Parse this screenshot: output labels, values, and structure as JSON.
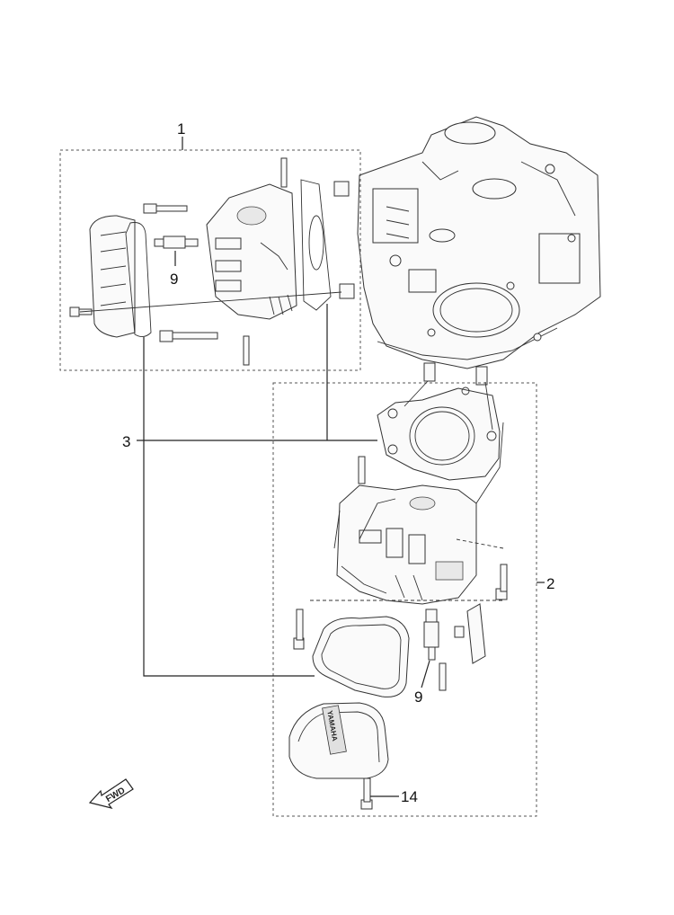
{
  "callouts": {
    "c1": "1",
    "c2": "2",
    "c3": "3",
    "c9_top": "9",
    "c9_bottom": "9",
    "c14": "14"
  },
  "fwd_label": "FWD",
  "logo_text": "YAMAHA"
}
